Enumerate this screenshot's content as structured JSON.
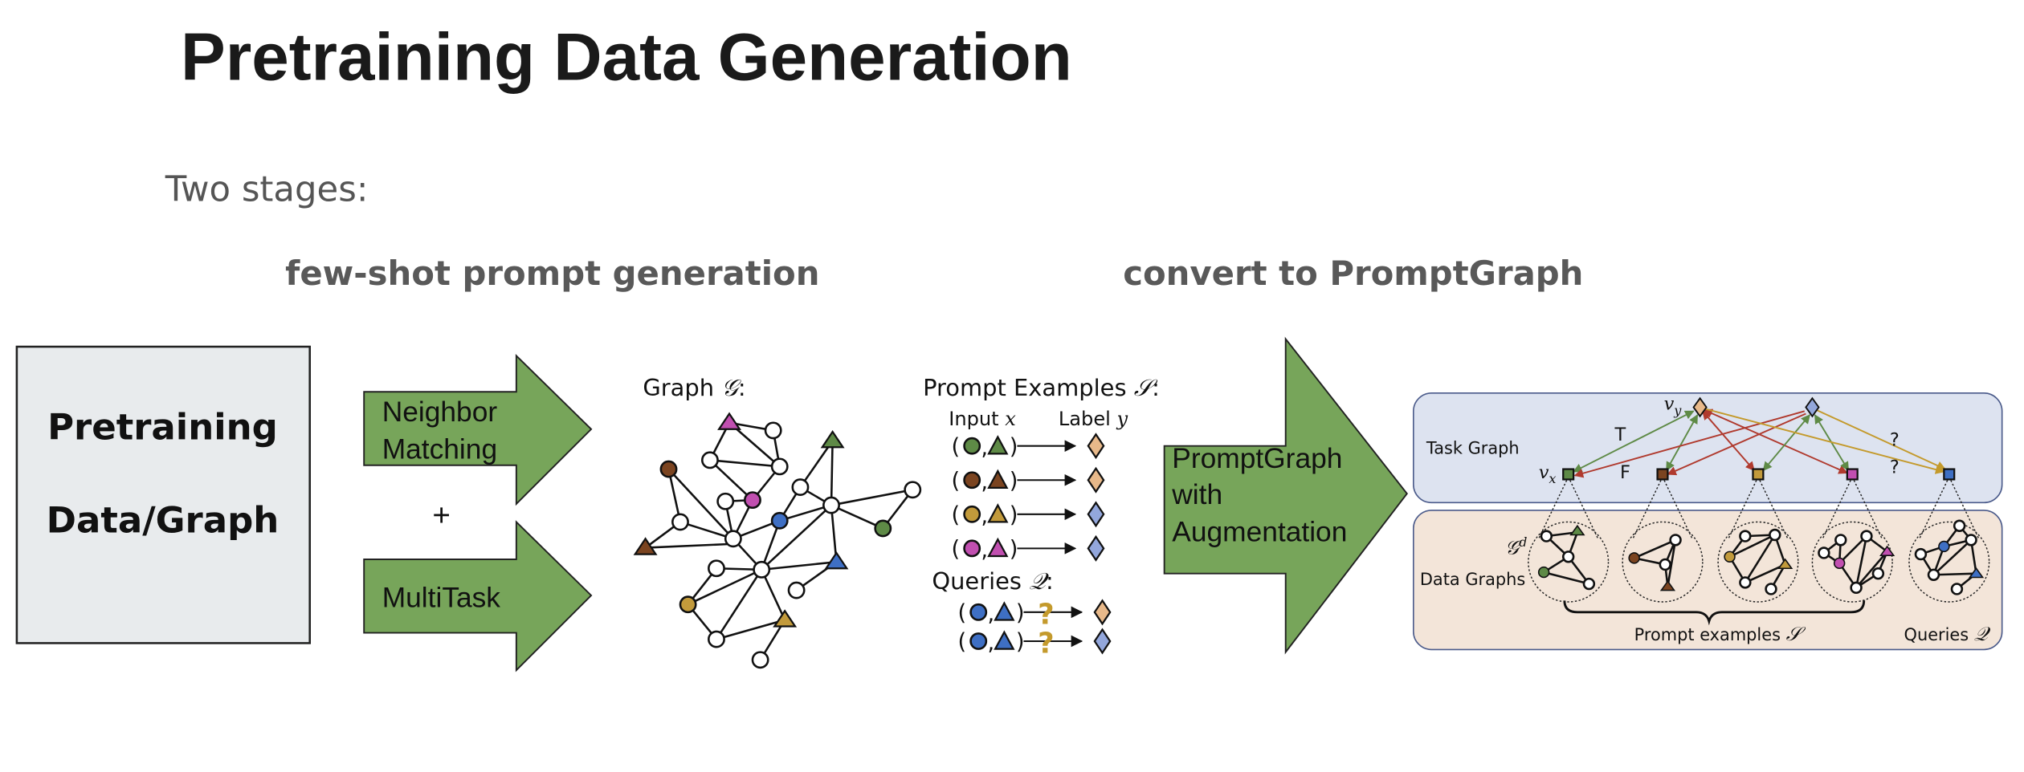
{
  "slide": {
    "title": "Pretraining Data Generation",
    "subtitle": "Two stages:",
    "stage1_heading": "few-shot prompt generation",
    "stage2_heading": "convert to PromptGraph"
  },
  "source_box": {
    "line1": "Pretraining",
    "line2": "Data/Graph",
    "fill": "#e8ebed"
  },
  "arrows": {
    "color": "#77a55a",
    "neighbor": {
      "line1": "Neighbor",
      "line2": "Matching"
    },
    "plus": "+",
    "multitask": {
      "label": "MultiTask"
    },
    "promptgraph": {
      "line1": "PromptGraph",
      "line2": "with",
      "line3": "Augmentation"
    }
  },
  "graph": {
    "label": "Graph ",
    "symbol": "𝒢",
    "colon": ":"
  },
  "prompt_examples": {
    "heading": "Prompt Examples ",
    "heading_symbol": "𝒮",
    "colon": ":",
    "input_label": "Input ",
    "input_symbol": "x",
    "label_label": "Label ",
    "label_symbol": "y",
    "open_paren": "(",
    "comma": ",",
    "close_paren": ")",
    "examples": [
      {
        "node_color": "#5e8a46",
        "label_color": "#e8b98a"
      },
      {
        "node_color": "#7b4420",
        "label_color": "#e8b98a"
      },
      {
        "node_color": "#c29a3b",
        "label_color": "#93a7dc"
      },
      {
        "node_color": "#c14fb0",
        "label_color": "#93a7dc"
      }
    ],
    "queries_heading": "Queries ",
    "queries_symbol": "𝒬",
    "query_mark": "?",
    "query_mark_color": "#c49a2c",
    "queries": [
      {
        "node_color": "#3e6fc4",
        "label_color": "#e8b98a"
      },
      {
        "node_color": "#3e6fc4",
        "label_color": "#93a7dc"
      }
    ]
  },
  "prompt_graph": {
    "task_graph_label": "Task Graph",
    "task_graph_fill": "#dde3f0",
    "data_graphs_label": "Data Graphs",
    "data_graphs_fill": "#f3e5d9",
    "vy": "v",
    "vy_sub": "y",
    "vx": "v",
    "vx_sub": "x",
    "edge_true": "T",
    "edge_false": "F",
    "edge_true_color": "#5e8a46",
    "edge_false_color": "#b03a2e",
    "edge_query_color": "#c49a2c",
    "query_mark": "?",
    "gd": "𝒢",
    "gd_sup": "d",
    "prompt_examples_caption": "Prompt examples ",
    "prompt_examples_symbol": "𝒮",
    "queries_caption": "Queries ",
    "queries_symbol": "𝒬"
  }
}
